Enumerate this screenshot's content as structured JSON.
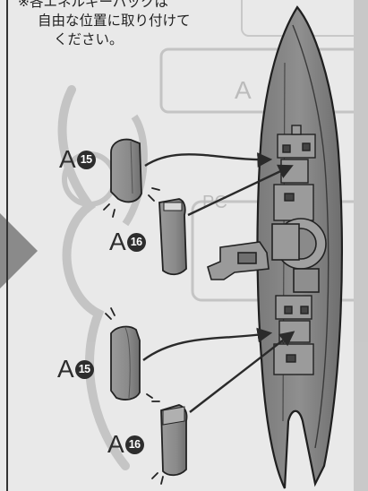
{
  "note": {
    "line1": "※各エネルギーパックは",
    "line2": "自由な位置に取り付けて",
    "line3": "ください。"
  },
  "callouts": [
    {
      "letter": "A",
      "number": "15"
    },
    {
      "letter": "A",
      "number": "16"
    },
    {
      "letter": "A",
      "number": "15"
    },
    {
      "letter": "A",
      "number": "16"
    }
  ],
  "background": {
    "right_box_label": "A",
    "right_box_tag": "PC"
  },
  "colors": {
    "paper": "#e9e9e9",
    "ink": "#2d2d2d",
    "part_grey": "#8e8e8e",
    "arrow_fill": "#8a8a8a"
  }
}
